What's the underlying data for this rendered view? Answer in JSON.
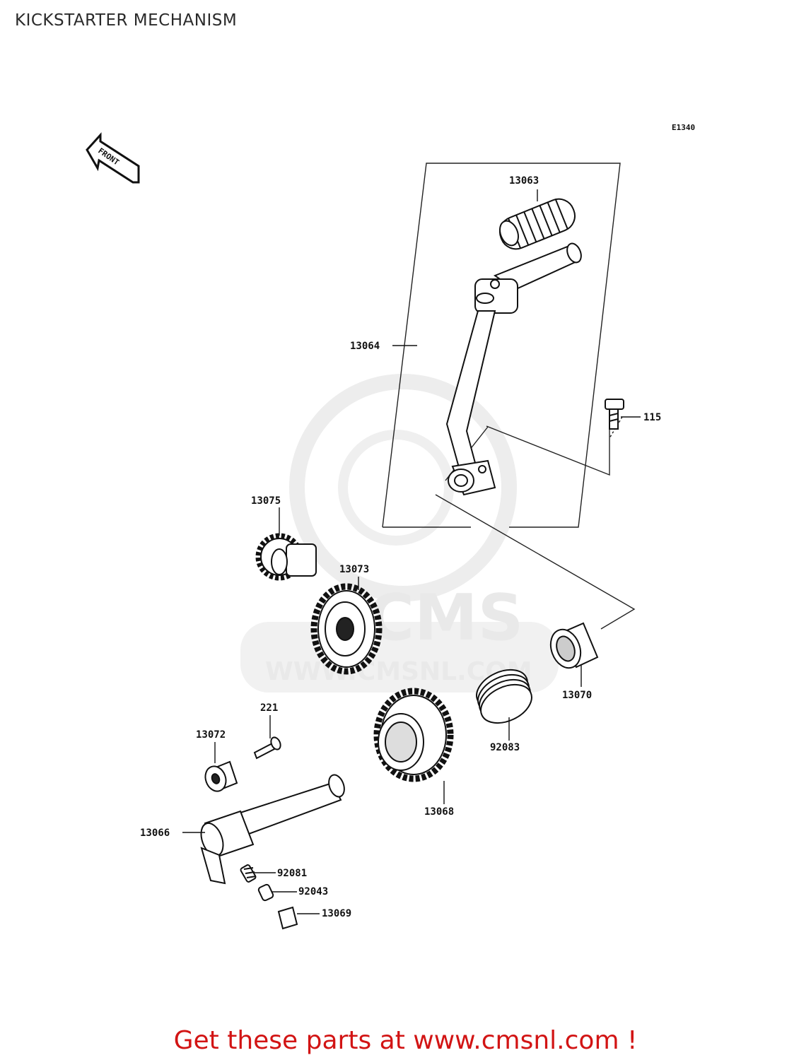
{
  "header": {
    "title": "KICKSTARTER MECHANISM"
  },
  "diagram": {
    "code": "E1340",
    "front_label": "FRONT",
    "watermark": {
      "brand": "CMS",
      "url": "WWW.CMSNL.COM"
    },
    "parts": [
      {
        "id": "13063",
        "label": "13063"
      },
      {
        "id": "13064",
        "label": "13064"
      },
      {
        "id": "115",
        "label": "115"
      },
      {
        "id": "13075",
        "label": "13075"
      },
      {
        "id": "13073",
        "label": "13073"
      },
      {
        "id": "13070",
        "label": "13070"
      },
      {
        "id": "221",
        "label": "221"
      },
      {
        "id": "13072",
        "label": "13072"
      },
      {
        "id": "92083",
        "label": "92083"
      },
      {
        "id": "13068",
        "label": "13068"
      },
      {
        "id": "13066",
        "label": "13066"
      },
      {
        "id": "92081",
        "label": "92081"
      },
      {
        "id": "92043",
        "label": "92043"
      },
      {
        "id": "13069",
        "label": "13069"
      }
    ]
  },
  "footer": {
    "promo": "Get these parts at www.cmsnl.com !",
    "promo_color": "#d21414"
  }
}
